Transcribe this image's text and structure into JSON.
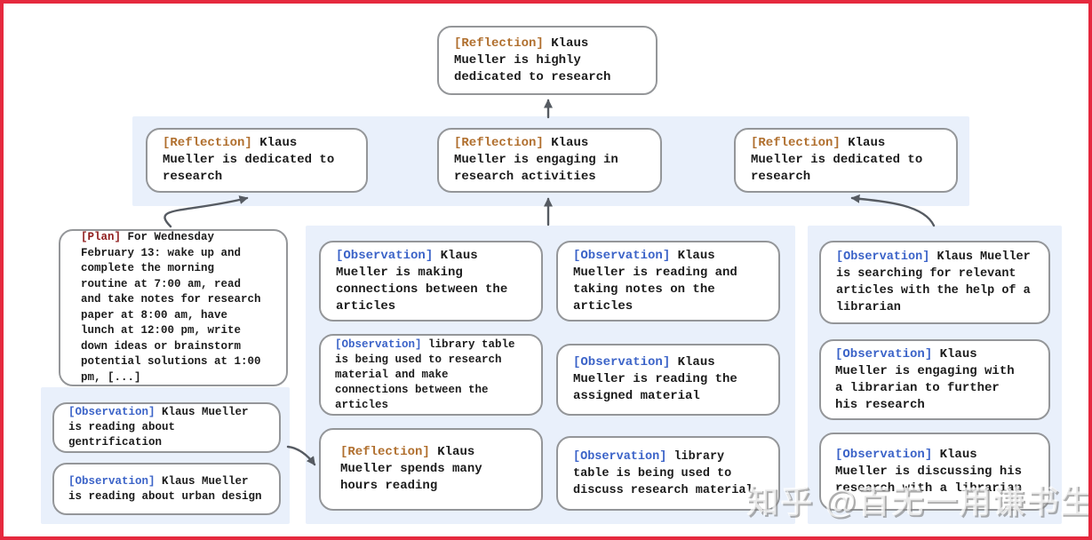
{
  "colors": {
    "frame_border": "#e5293e",
    "band_background": "#e9f0fb",
    "box_border": "#949699",
    "reflection_tag": "#b06f2e",
    "plan_tag": "#8f1d1d",
    "observation_tag": "#3b63c8",
    "arrow": "#565b62",
    "body_text": "#1b1b1b"
  },
  "boxes": {
    "top_reflection": {
      "tag": "[Reflection]",
      "body": "Klaus Mueller is highly dedicated to research"
    },
    "row2_left_reflection": {
      "tag": "[Reflection]",
      "body": "Klaus Mueller is dedicated to research"
    },
    "row2_mid_reflection": {
      "tag": "[Reflection]",
      "body": "Klaus Mueller is engaging in research activities"
    },
    "row2_right_reflection": {
      "tag": "[Reflection]",
      "body": "Klaus Mueller is dedicated to research"
    },
    "plan": {
      "tag": "[Plan]",
      "body": "For Wednesday February 13: wake up and complete the morning routine at 7:00 am, read and take notes for research paper at 8:00 am, have lunch at 12:00 pm, write down ideas or brainstorm potential solutions at 1:00 pm, [...]"
    },
    "obs_gentrification": {
      "tag": "[Observation]",
      "body": "Klaus Mueller is reading about gentrification"
    },
    "obs_urban_design": {
      "tag": "[Observation]",
      "body": "Klaus Mueller is reading about urban design"
    },
    "obs_making_connections": {
      "tag": "[Observation]",
      "body": "Klaus Mueller is making connections between the articles"
    },
    "obs_library_research": {
      "tag": "[Observation]",
      "body": "library table is being used to research material and make connections between the articles"
    },
    "reflection_hours_reading": {
      "tag": "[Reflection]",
      "body": "Klaus Mueller spends many hours reading"
    },
    "obs_taking_notes": {
      "tag": "[Observation]",
      "body": "Klaus Mueller is reading and taking notes on the articles"
    },
    "obs_assigned_material": {
      "tag": "[Observation]",
      "body": "Klaus Mueller is reading the assigned material"
    },
    "obs_library_discuss": {
      "tag": "[Observation]",
      "body": "library table is being used to discuss research material"
    },
    "obs_searching_articles": {
      "tag": "[Observation]",
      "body": "Klaus Mueller is searching for relevant articles with the help of a librarian"
    },
    "obs_engaging_librarian": {
      "tag": "[Observation]",
      "body": "Klaus Mueller is engaging with a librarian to further his research"
    },
    "obs_discussing_librarian": {
      "tag": "[Observation]",
      "body": "Klaus Mueller is discussing his research with a librarian"
    }
  },
  "watermark": {
    "text": "知乎 @百无一用谦书生"
  }
}
